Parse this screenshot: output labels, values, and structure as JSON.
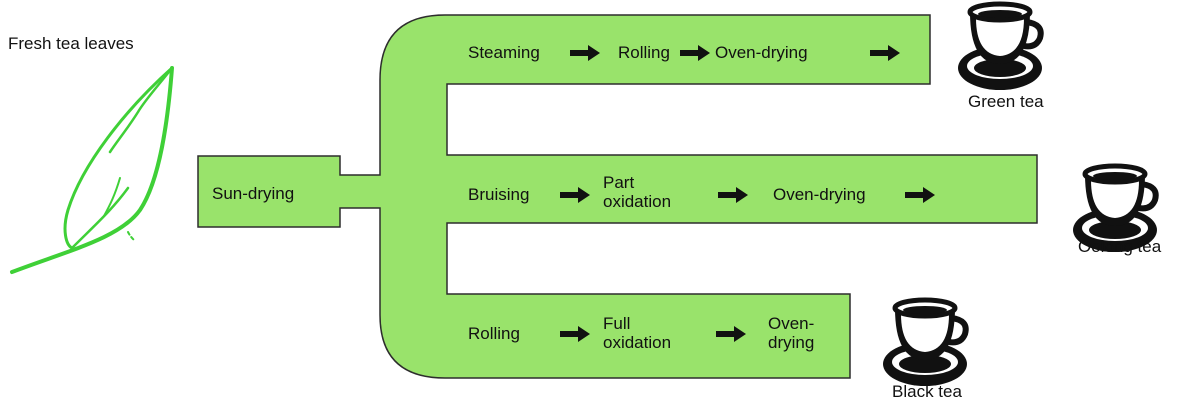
{
  "source_label": "Fresh tea leaves",
  "start_step": "Sun-drying",
  "branches": [
    {
      "steps": [
        "Steaming",
        "Rolling",
        "Oven-drying"
      ],
      "product": "Green tea"
    },
    {
      "steps": [
        "Bruising",
        "Part oxidation",
        "Oven-drying"
      ],
      "step_lines": [
        [
          "Bruising"
        ],
        [
          "Part",
          "oxidation"
        ],
        [
          "Oven-drying"
        ]
      ],
      "product": "Oolong tea"
    },
    {
      "steps": [
        "Rolling",
        "Full oxidation",
        "Oven-drying"
      ],
      "step_lines": [
        [
          "Rolling"
        ],
        [
          "Full",
          "oxidation"
        ],
        [
          "Oven-",
          "drying"
        ]
      ],
      "product": "Black tea"
    }
  ],
  "colors": {
    "process_fill": "#99e36b",
    "outline": "#2d2d2d",
    "leaf": "#3fd037",
    "cup": "#111111"
  }
}
